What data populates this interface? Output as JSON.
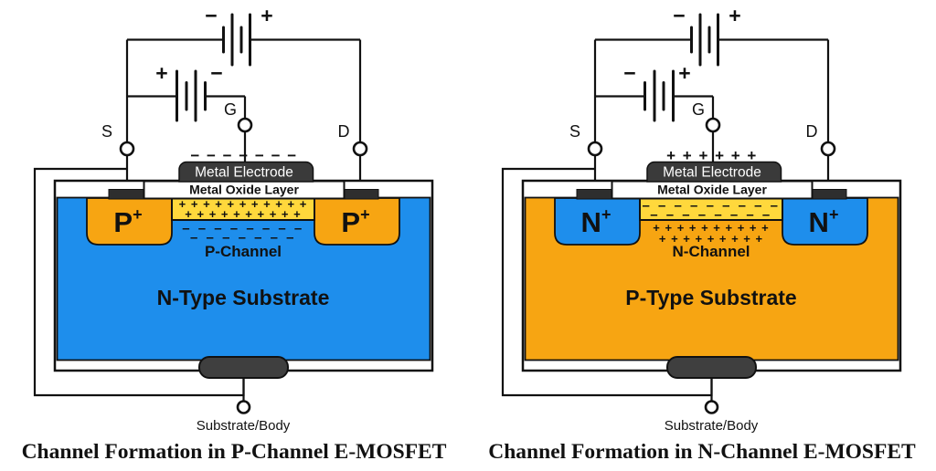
{
  "panels": [
    {
      "caption": "Channel Formation in P-Channel E-MOSFET",
      "source_label": "S",
      "gate_label": "G",
      "drain_label": "D",
      "body_label": "Substrate/Body",
      "vds_battery": {
        "left_sign": "−",
        "right_sign": "+"
      },
      "vgs_battery": {
        "left_sign": "+",
        "right_sign": "−"
      },
      "gate_surface_charges": "− − − − − − −",
      "electrode_label": "Metal Electrode",
      "oxide_label": "Metal Oxide Layer",
      "source_well": {
        "letter": "P",
        "sup": "+"
      },
      "drain_well": {
        "letter": "P",
        "sup": "+"
      },
      "strip_row1": "+ + + + + + + + + + +",
      "strip_row2": "+ + + + + + + + + +",
      "sub_row1": "– – – – – – – –",
      "sub_row2": "– – – – – – –",
      "channel_label": "P-Channel",
      "substrate_label": "N-Type Substrate",
      "colors": {
        "substrate": "#1E8EEC",
        "well": "#F7A512",
        "strip": "#FFD83C",
        "strip_sym": "#141414",
        "sub_sym": "#123A85",
        "channel_text": "#0B2B6B",
        "substrate_text": "#0B2B6B"
      }
    },
    {
      "caption": "Channel Formation in N-Channel E-MOSFET",
      "source_label": "S",
      "gate_label": "G",
      "drain_label": "D",
      "body_label": "Substrate/Body",
      "vds_battery": {
        "left_sign": "−",
        "right_sign": "+"
      },
      "vgs_battery": {
        "left_sign": "−",
        "right_sign": "+"
      },
      "gate_surface_charges": "+ + + + + +",
      "electrode_label": "Metal Electrode",
      "oxide_label": "Metal Oxide Layer",
      "source_well": {
        "letter": "N",
        "sup": "+"
      },
      "drain_well": {
        "letter": "N",
        "sup": "+"
      },
      "strip_row1": "– – – – – – – – –",
      "strip_row2": "– – – – – – – –",
      "sub_row1": "+ + + + + + + + + +",
      "sub_row2": "+ + + + + + + + +",
      "channel_label": "N-Channel",
      "substrate_label": "P-Type Substrate",
      "colors": {
        "substrate": "#F7A512",
        "well": "#1E8EEC",
        "strip": "#FFD83C",
        "strip_sym": "#141414",
        "sub_sym": "#241A00",
        "channel_text": "#1C1400",
        "substrate_text": "#1C1400"
      }
    }
  ],
  "ink": "#111111"
}
